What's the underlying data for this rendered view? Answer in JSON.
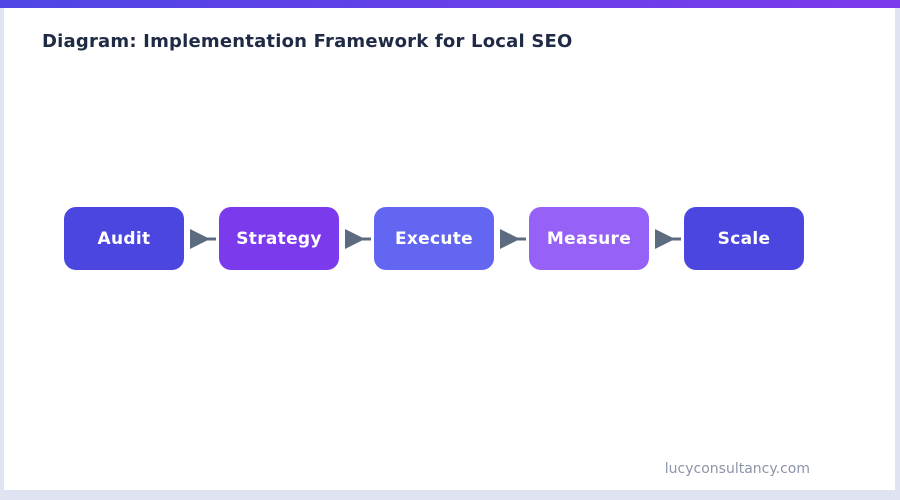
{
  "page": {
    "title": "Diagram: Implementation Framework for Local SEO",
    "footer": "lucyconsultancy.com"
  },
  "diagram": {
    "steps": [
      {
        "label": "Audit",
        "color": "#4b46e0"
      },
      {
        "label": "Strategy",
        "color": "#7c3aed"
      },
      {
        "label": "Execute",
        "color": "#6366f1"
      },
      {
        "label": "Measure",
        "color": "#9561f6"
      },
      {
        "label": "Scale",
        "color": "#4b46e0"
      }
    ],
    "arrow_color": "#5d6b80"
  },
  "theme": {
    "top_bar_gradient_start": "#4f46e5",
    "top_bar_gradient_end": "#7c3aed",
    "frame_color": "#dfe3f2",
    "title_color": "#1f2a44",
    "footer_color": "#8b95a8"
  }
}
